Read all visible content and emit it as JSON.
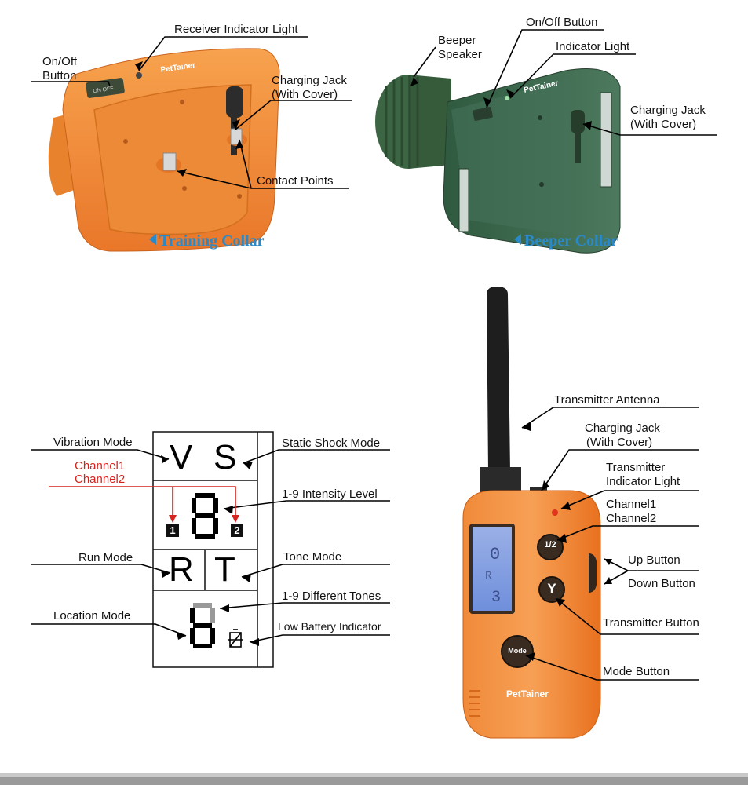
{
  "collars": {
    "training": {
      "caption": "Training Collar",
      "labels": {
        "receiver_light": "Receiver Indicator Light",
        "on_off_line1": "On/Off",
        "on_off_line2": "Button",
        "charging_line1": "Charging Jack",
        "charging_line2": "(With Cover)",
        "contact_points": "Contact Points"
      },
      "brand": "Pet Tainer",
      "color": "#f28a2e"
    },
    "beeper": {
      "caption": "Beeper Collar",
      "labels": {
        "speaker_line1": "Beeper",
        "speaker_line2": "Speaker",
        "on_off": "On/Off Button",
        "indicator": "Indicator Light",
        "charging_line1": "Charging Jack",
        "charging_line2": "(With Cover)"
      },
      "brand": "Pet Tainer",
      "color": "#3e6b4f"
    }
  },
  "lcd_diagram": {
    "labels": {
      "vibration": "Vibration Mode",
      "static": "Static Shock Mode",
      "channel1": "Channel1",
      "channel2": "Channel2",
      "intensity": "1-9 Intensity Level",
      "run": "Run Mode",
      "tone": "Tone Mode",
      "tones": "1-9 Different Tones",
      "location": "Location Mode",
      "battery": "Low Battery Indicator"
    },
    "glyphs": {
      "v": "V",
      "s": "S",
      "r": "R",
      "t": "T",
      "badge1": "1",
      "badge2": "2"
    },
    "accent_red": "#d6231e"
  },
  "transmitter": {
    "labels": {
      "antenna": "Transmitter Antenna",
      "charging_line1": "Charging Jack",
      "charging_line2": "(With Cover)",
      "light_line1": "Transmitter",
      "light_line2": "Indicator Light",
      "channel1": "Channel1",
      "channel2": "Channel2",
      "up": "Up Button",
      "down": "Down Button",
      "transmit": "Transmitter Button",
      "mode": "Mode  Button"
    },
    "buttons": {
      "channel_half": "1/2",
      "y": "Y",
      "mode": "Mode"
    },
    "screen_digits": {
      "top": "0",
      "r": "R",
      "bottom": "3"
    },
    "brand": "Pet Tainer",
    "color": "#f47c2a"
  }
}
